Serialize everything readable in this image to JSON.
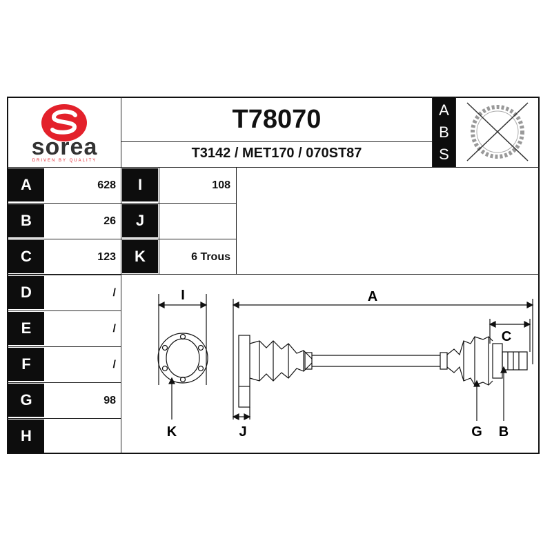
{
  "brand": {
    "name": "sorea",
    "tagline": "DRIVEN BY QUALITY",
    "color": "#e3212b"
  },
  "header": {
    "part_number": "T78070",
    "references": "T3142 / MET170 / 070ST87",
    "abs_letters": [
      "A",
      "B",
      "S"
    ]
  },
  "specs_left": [
    {
      "label": "A",
      "value": "628"
    },
    {
      "label": "B",
      "value": "26"
    },
    {
      "label": "C",
      "value": "123"
    },
    {
      "label": "D",
      "value": "/"
    },
    {
      "label": "E",
      "value": "/"
    },
    {
      "label": "F",
      "value": "/"
    },
    {
      "label": "G",
      "value": "98"
    },
    {
      "label": "H",
      "value": ""
    }
  ],
  "specs_mid": [
    {
      "label": "I",
      "value": "108"
    },
    {
      "label": "J",
      "value": ""
    },
    {
      "label": "K",
      "value": "6 Trous"
    }
  ],
  "diagram_labels": {
    "I": "I",
    "A": "A",
    "C": "C",
    "K": "K",
    "J": "J",
    "G": "G",
    "B": "B"
  },
  "colors": {
    "tab_bg": "#0d0d0d",
    "line": "#222222"
  }
}
